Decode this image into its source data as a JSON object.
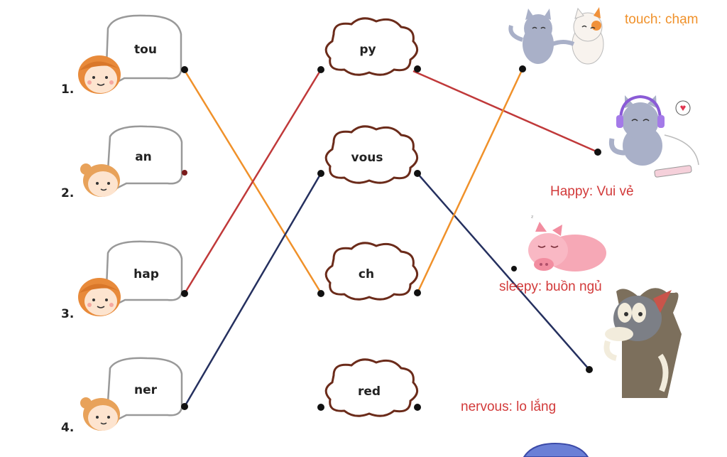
{
  "left_items": [
    {
      "number": "1.",
      "syllable": "tou"
    },
    {
      "number": "2.",
      "syllable": "an"
    },
    {
      "number": "3.",
      "syllable": "hap"
    },
    {
      "number": "4.",
      "syllable": "ner"
    }
  ],
  "middle_items": [
    {
      "syllable": "py"
    },
    {
      "syllable": "vous"
    },
    {
      "syllable": "ch"
    },
    {
      "syllable": "red"
    }
  ],
  "translations": {
    "touch": "touch: chạm",
    "happy": "Happy: Vui vẻ",
    "sleepy": "sleepy: buồn ngủ",
    "nervous": "nervous: lo lắng"
  },
  "connections": [
    {
      "from": "tou",
      "to": "ch",
      "color": "#f0912a"
    },
    {
      "from": "hap",
      "to": "py",
      "color": "#c0393a"
    },
    {
      "from": "ner",
      "to": "vous",
      "color": "#25305f"
    },
    {
      "from": "py",
      "to": "happy-cat",
      "color": "#c0393a"
    },
    {
      "from": "vous",
      "to": "nervous-cat",
      "color": "#25305f"
    },
    {
      "from": "ch",
      "to": "touch-cats",
      "color": "#f0912a"
    }
  ],
  "colors": {
    "touch_text": "#f0912a",
    "red_text": "#d23a3a",
    "bubble_stroke": "#888888",
    "cloud_stroke": "#6b2b1a"
  }
}
